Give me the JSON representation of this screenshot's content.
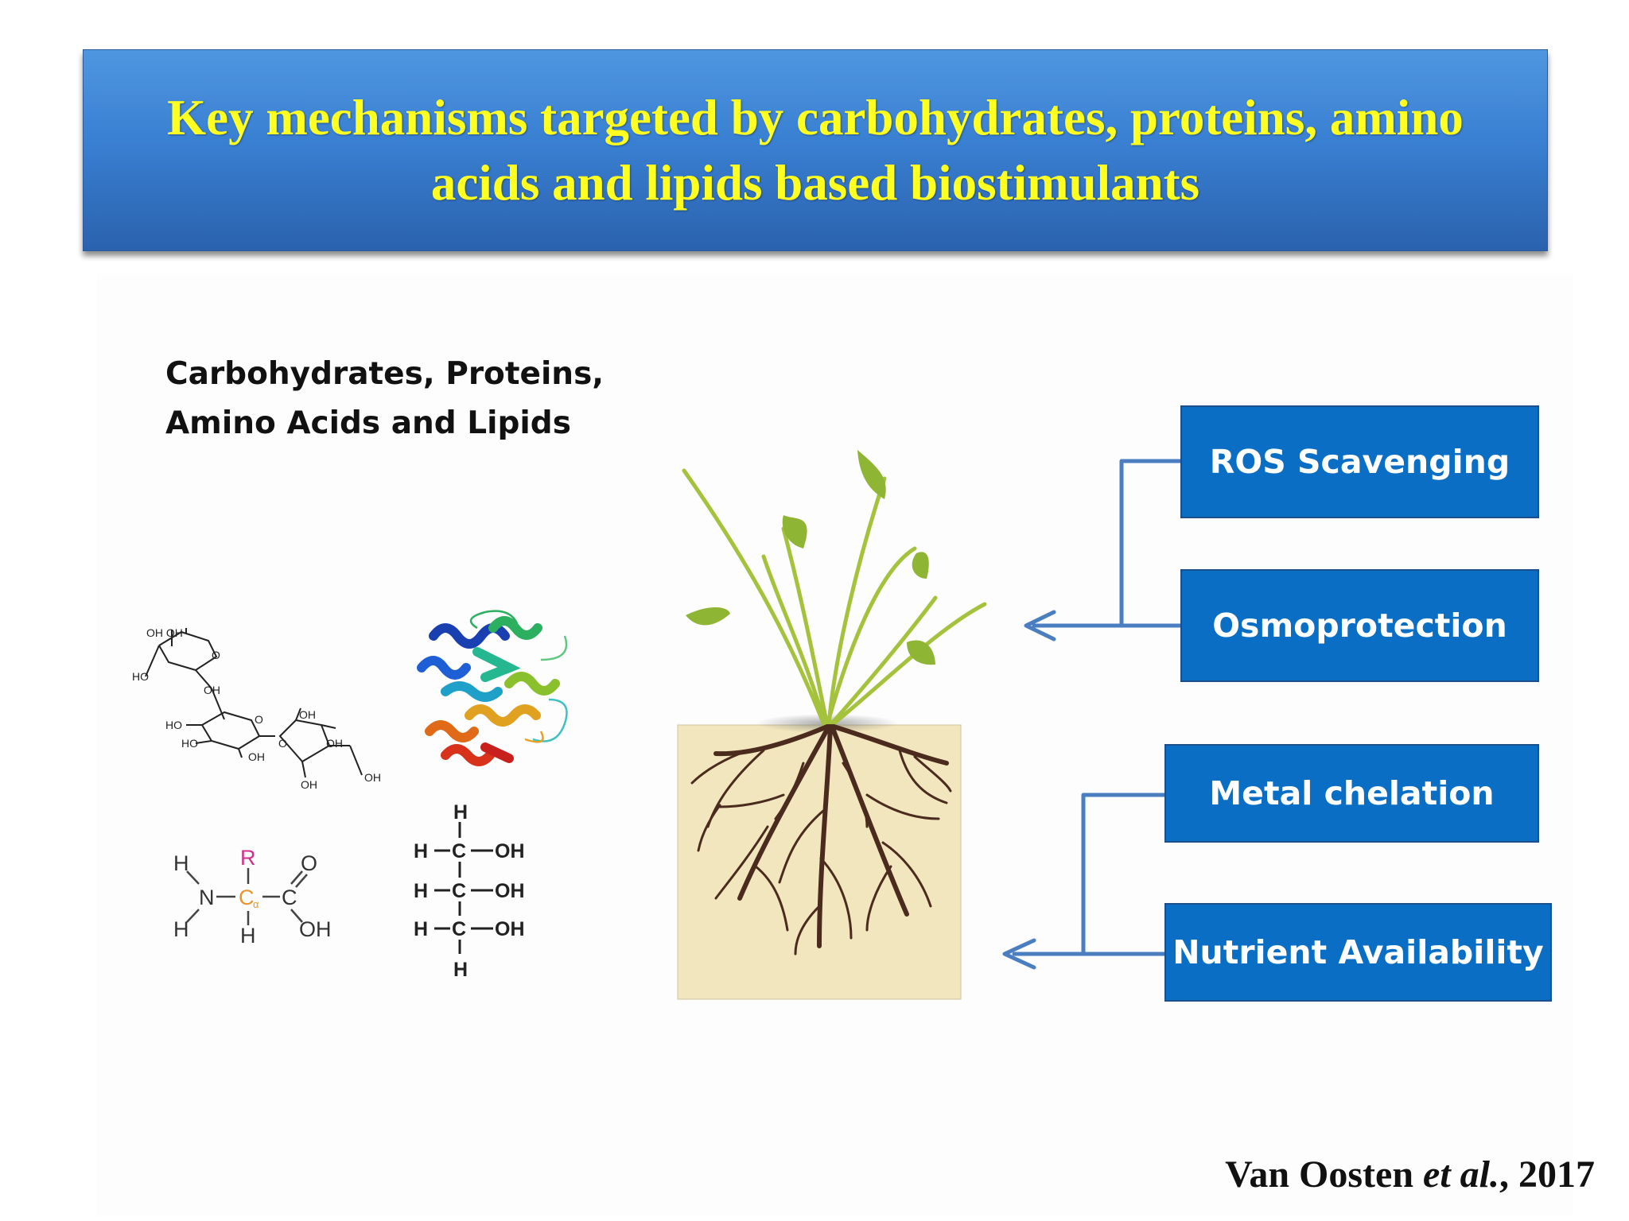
{
  "title": {
    "line1": "Key mechanisms targeted by carbohydrates, proteins, amino",
    "line2": "acids and lipids based biostimulants"
  },
  "molecules_label": {
    "line1": "Carbohydrates, Proteins,",
    "line2": "Amino Acids and Lipids"
  },
  "structures": {
    "sugar": {
      "oh_oh": "OH OH",
      "ho": "HO",
      "oh": "OH",
      "o": "O"
    },
    "amino_acid": {
      "h": "H",
      "n": "N",
      "r": "R",
      "c": "C",
      "ca": "C",
      "alpha": "α",
      "o": "O",
      "oh": "OH"
    },
    "glycerol": {
      "h": "H",
      "c": "C",
      "oh": "OH",
      "bond": "—"
    }
  },
  "mechanisms": [
    {
      "label": "ROS Scavenging"
    },
    {
      "label": "Osmoprotection"
    },
    {
      "label": "Metal chelation"
    },
    {
      "label": "Nutrient Availability"
    }
  ],
  "citation": {
    "author": "Van Oosten ",
    "etal": "et al.",
    "year": ", 2017"
  },
  "colors": {
    "banner_top": "#4f96e0",
    "banner_bottom": "#2a62ae",
    "title_text": "#ffff22",
    "mechanism_box": "#0a6ec4",
    "connector": "#4a7ec0",
    "soil": "#f1e6bd",
    "roots": "#4a2b1d",
    "leaves": "#8fb534",
    "r_group": "#d0308a",
    "alpha_carbon": "#e6962c"
  },
  "icons": [
    "sugar-structure-icon",
    "protein-ribbon-icon",
    "amino-acid-structure-icon",
    "glycerol-structure-icon",
    "plant-icon"
  ]
}
